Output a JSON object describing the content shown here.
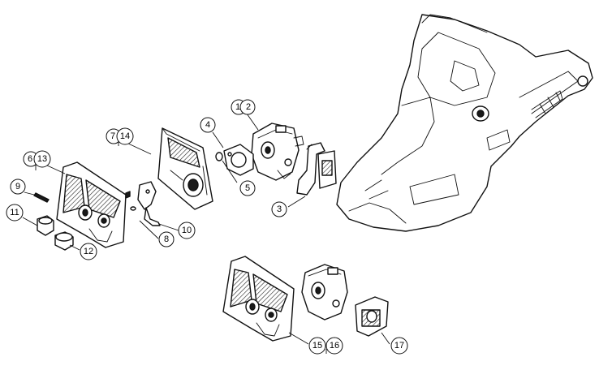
{
  "callouts": {
    "c1": "1",
    "c2": "2",
    "c3": "3",
    "c4": "4",
    "c5": "5",
    "c6": "6",
    "c13": "13",
    "c7": "7",
    "c14": "14",
    "c8": "8",
    "c9": "9",
    "c10": "10",
    "c11": "11",
    "c12": "12",
    "c15": "15",
    "c16": "16",
    "c17": "17"
  },
  "colors": {
    "line": "#111111",
    "background": "#ffffff"
  }
}
